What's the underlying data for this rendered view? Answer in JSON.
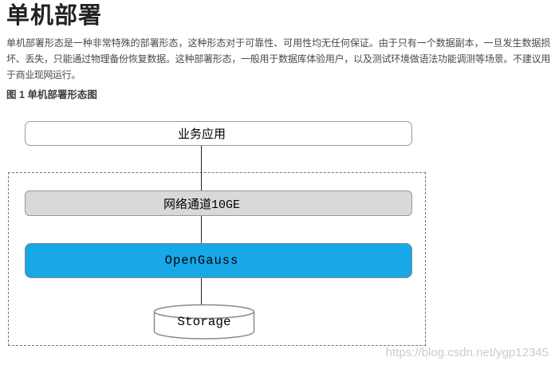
{
  "article": {
    "title": "单机部署",
    "paragraph": "单机部署形态是一种非常特殊的部署形态，这种形态对于可靠性、可用性均无任何保证。由于只有一个数据副本，一旦发生数据损坏、丢失，只能通过物理备份恢复数据。这种部署形态，一般用于数据库体验用户，以及测试环境做语法功能调测等场景。不建议用于商业现网运行。",
    "figure_caption": "图 1 单机部署形态图"
  },
  "diagram": {
    "business_app_label": "业务应用",
    "network_channel_label": "网络通道10GE",
    "database_label": "OpenGauss",
    "storage_label": "Storage",
    "colors": {
      "database_fill": "#18a8e8",
      "network_fill": "#d9d9d9",
      "box_border": "#999999",
      "dashed_border": "#777777",
      "connector": "#222222"
    }
  },
  "watermark": {
    "text": "https://blog.csdn.net/ygp12345",
    "color": "#cccccc"
  }
}
